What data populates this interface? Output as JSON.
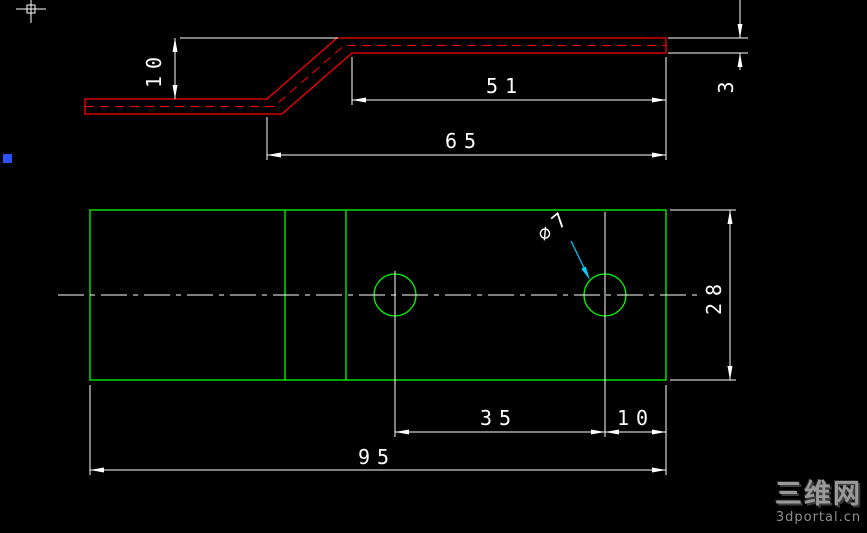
{
  "colors": {
    "background": "#000000",
    "side_view": "#ff0000",
    "top_view": "#00ff00",
    "dimension": "#ffffff",
    "leader": "#00cfff",
    "grip": "#2a52ff",
    "watermark": "#9a9a9a"
  },
  "side_view": {
    "dim_height": "10",
    "dim_upper_length": "51",
    "dim_overall_length": "65",
    "dim_thickness": "3"
  },
  "top_view": {
    "dim_hole_spacing": "35",
    "dim_hole_offset": "10",
    "dim_length": "95",
    "dim_width": "28",
    "hole_diameter_label": "∅7"
  },
  "watermark": {
    "name": "三维网",
    "site": "3dportal.cn"
  }
}
